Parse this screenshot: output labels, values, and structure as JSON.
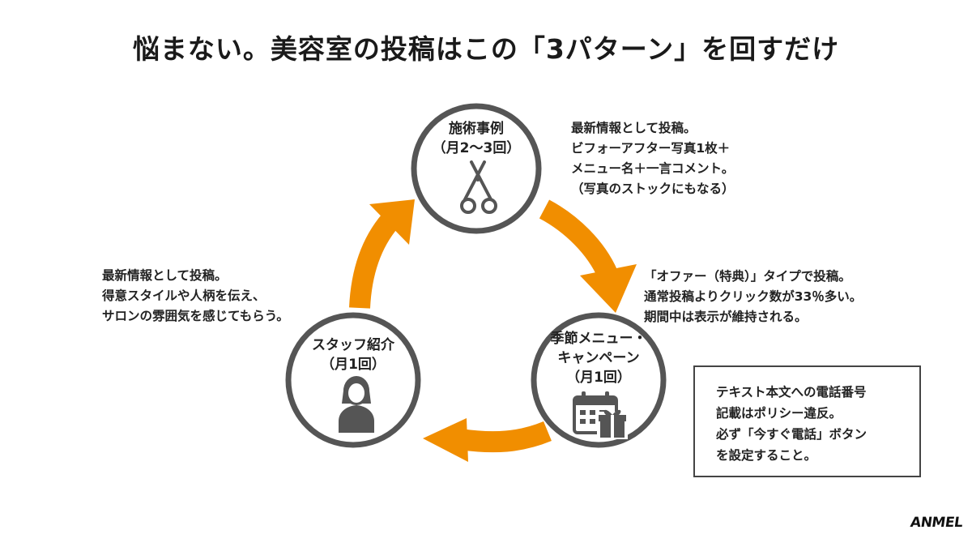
{
  "title": "悩まない。美容室の投稿はこの「3パターン」を回すだけ",
  "colors": {
    "arrow": "#f18e00",
    "circle_stroke": "#555555",
    "text": "#222222"
  },
  "nodes": {
    "top": {
      "name": "施術事例",
      "freq": "（月2〜3回）",
      "icon": "scissors-icon"
    },
    "right": {
      "name_line1": "季節メニュー・",
      "name_line2": "キャンペーン",
      "freq": "（月1回）",
      "icon": "calendar-gift-icon"
    },
    "left": {
      "name": "スタッフ紹介",
      "freq": "（月1回）",
      "icon": "person-icon"
    }
  },
  "notes": {
    "top_right": [
      "最新情報として投稿。",
      "ビフォーアフター写真1枚＋",
      "メニュー名＋一言コメント。",
      "（写真のストックにもなる）"
    ],
    "right": [
      "「オファー（特典）」タイプで投稿。",
      "通常投稿よりクリック数が33％多い。",
      "期間中は表示が維持される。"
    ],
    "left": [
      "最新情報として投稿。",
      "得意スタイルや人柄を伝え、",
      "サロンの雰囲気を感じてもらう。"
    ]
  },
  "policy_box": [
    "テキスト本文への電話番号",
    "記載はポリシー違反。",
    "必ず「今すぐ電話」ボタン",
    "を設定すること。"
  ],
  "logo": "ANMEL"
}
